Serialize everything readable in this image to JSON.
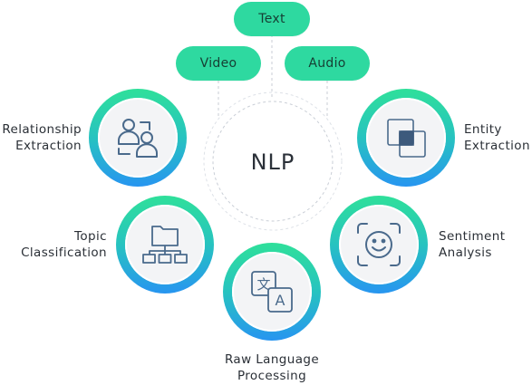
{
  "center": {
    "label": "NLP"
  },
  "pills": {
    "text": "Text",
    "video": "Video",
    "audio": "Audio"
  },
  "nodes": {
    "relationship": {
      "line1": "Relationship",
      "line2": "Extraction",
      "icon": "users-icon"
    },
    "entity": {
      "line1": "Entity",
      "line2": "Extraction",
      "icon": "overlap-squares-icon"
    },
    "topic": {
      "line1": "Topic",
      "line2": "Classification",
      "icon": "folder-tree-icon"
    },
    "sentiment": {
      "line1": "Sentiment",
      "line2": "Analysis",
      "icon": "smiley-scan-icon"
    },
    "raw": {
      "line1": "Raw Language",
      "line2": "Processing",
      "icon": "translate-icon"
    }
  },
  "colors": {
    "pill": "#2ed9a0",
    "ring_top": "#2fe09a",
    "ring_bottom": "#2795f0",
    "icon_stroke": "#4a6a8c",
    "entity_fill": "#3d5a7c"
  }
}
